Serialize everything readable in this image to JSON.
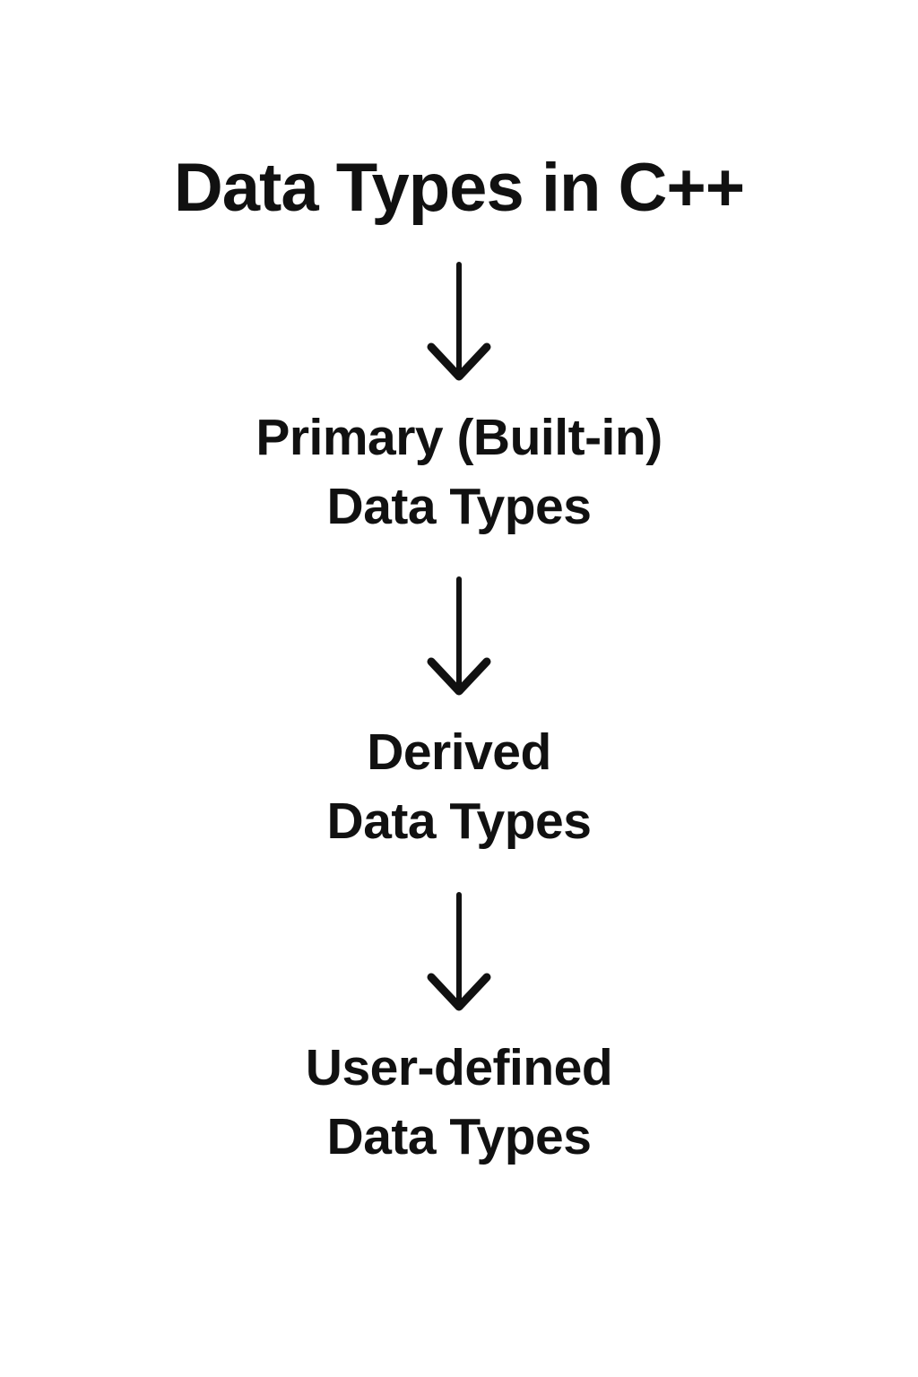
{
  "diagram": {
    "title": "Data Types in C++",
    "nodes": [
      {
        "line1": "Primary (Built-in)",
        "line2": "Data Types"
      },
      {
        "line1": "Derived",
        "line2": "Data Types"
      },
      {
        "line1": "User-defined",
        "line2": "Data Types"
      }
    ],
    "colors": {
      "background": "#ffffff",
      "text": "#111111",
      "arrow": "#111111"
    }
  }
}
